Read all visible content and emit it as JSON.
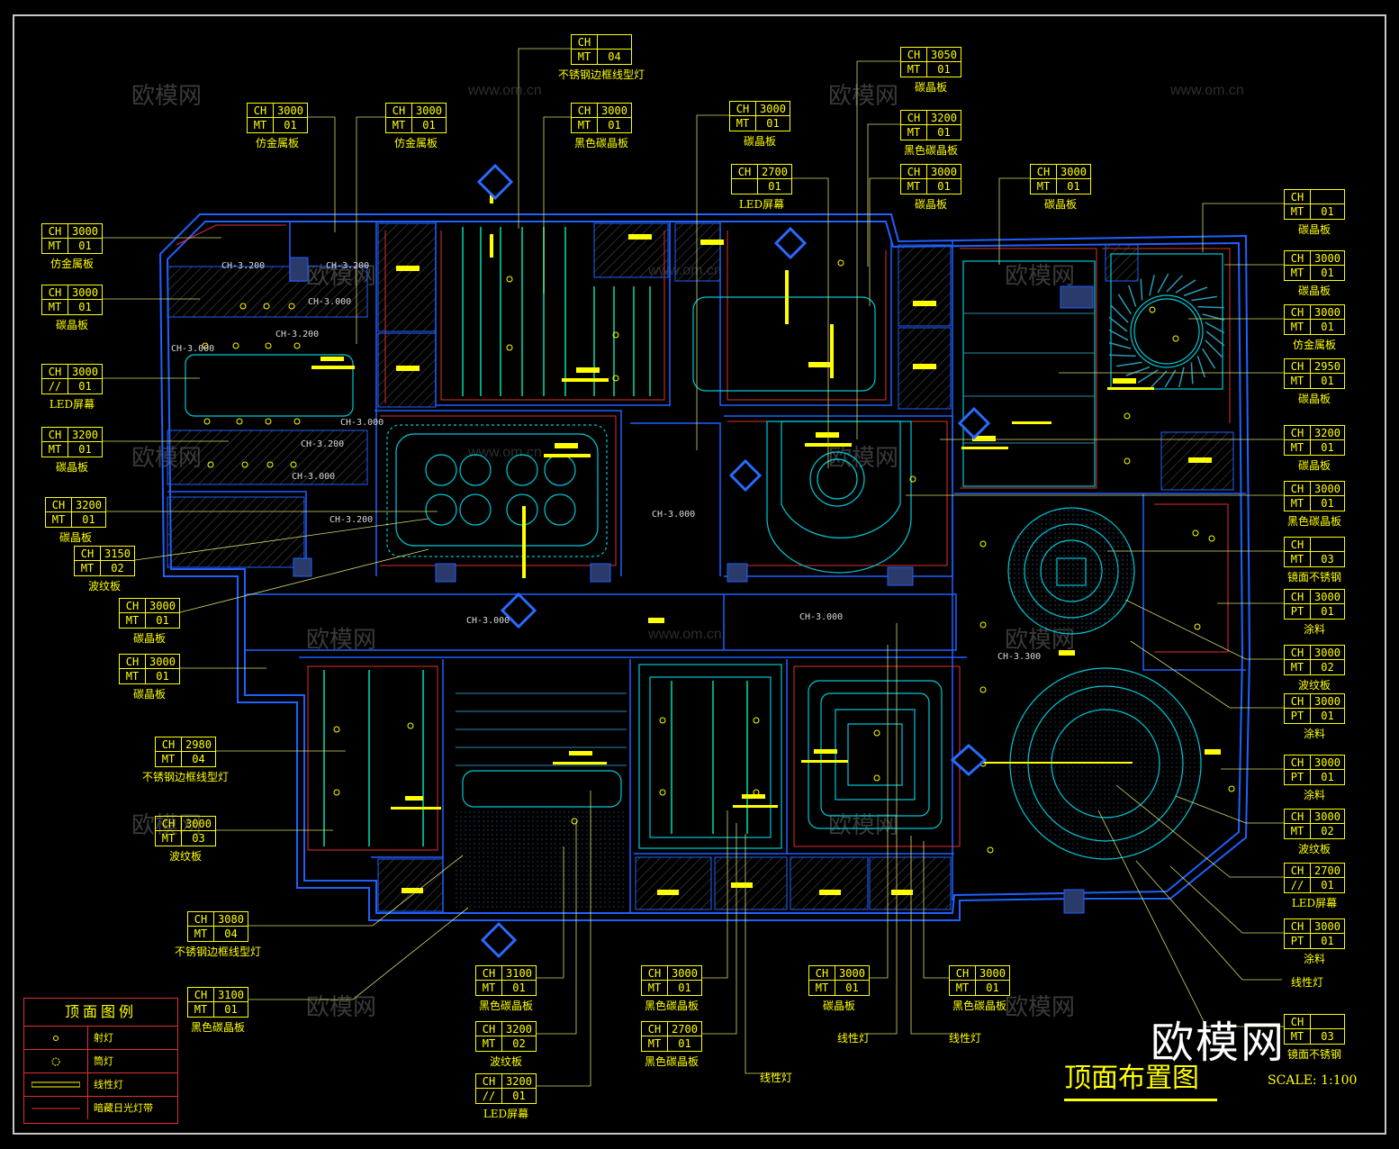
{
  "drawing": {
    "title": "顶面布置图",
    "scale": "SCALE: 1:100",
    "brand": "欧模网",
    "watermark_cn": "欧模网",
    "watermark_url": "www.om.cn"
  },
  "legend": {
    "title": "顶面图例",
    "items": [
      {
        "label": "射灯"
      },
      {
        "label": "筒灯"
      },
      {
        "label": "线性灯"
      },
      {
        "label": "暗藏日光灯带"
      }
    ]
  },
  "rooms": {
    "r1": "CH-3.200",
    "r2": "CH-3.200",
    "r3": "CH-3.000",
    "r4": "CH-3.200",
    "r5": "CH-3.000",
    "r6": "CH-3.000",
    "r7": "CH-3.200",
    "r8": "CH-3.000",
    "r9": "CH-3.200",
    "r10": "CH-3.000",
    "r11": "CH-3.000",
    "r12": "CH-3.000",
    "r13": "CH-3.300"
  },
  "tags": [
    {
      "ch": "3000",
      "mt_k": "MT",
      "mt": "01",
      "desc": "仿金属板"
    },
    {
      "ch": "3000",
      "mt_k": "MT",
      "mt": "01",
      "desc": "仿金属板"
    },
    {
      "ch": "",
      "mt_k": "MT",
      "mt": "04",
      "desc": "不锈钢边框线型灯"
    },
    {
      "ch": "3000",
      "mt_k": "MT",
      "mt": "01",
      "desc": "黑色碳晶板"
    },
    {
      "ch": "3000",
      "mt_k": "MT",
      "mt": "01",
      "desc": "碳晶板"
    },
    {
      "ch": "3050",
      "mt_k": "MT",
      "mt": "01",
      "desc": "碳晶板"
    },
    {
      "ch": "3200",
      "mt_k": "MT",
      "mt": "01",
      "desc": "黑色碳晶板"
    },
    {
      "ch": "2700",
      "mt_k": "",
      "mt": "01",
      "desc": "LED屏幕"
    },
    {
      "ch": "3000",
      "mt_k": "MT",
      "mt": "01",
      "desc": "碳晶板"
    },
    {
      "ch": "3000",
      "mt_k": "MT",
      "mt": "01",
      "desc": "碳晶板"
    },
    {
      "ch": "3000",
      "mt_k": "MT",
      "mt": "01",
      "desc": "仿金属板"
    },
    {
      "ch": "3000",
      "mt_k": "MT",
      "mt": "01",
      "desc": "碳晶板"
    },
    {
      "ch": "3000",
      "mt_k": "//",
      "mt": "01",
      "desc": "LED屏幕"
    },
    {
      "ch": "3200",
      "mt_k": "MT",
      "mt": "01",
      "desc": "碳晶板"
    },
    {
      "ch": "3200",
      "mt_k": "MT",
      "mt": "01",
      "desc": "碳晶板"
    },
    {
      "ch": "3150",
      "mt_k": "MT",
      "mt": "02",
      "desc": "波纹板"
    },
    {
      "ch": "3000",
      "mt_k": "MT",
      "mt": "01",
      "desc": "碳晶板"
    },
    {
      "ch": "3000",
      "mt_k": "MT",
      "mt": "01",
      "desc": "碳晶板"
    },
    {
      "ch": "2980",
      "mt_k": "MT",
      "mt": "04",
      "desc": "不锈钢边框线型灯"
    },
    {
      "ch": "3000",
      "mt_k": "MT",
      "mt": "03",
      "desc": "波纹板"
    },
    {
      "ch": "3080",
      "mt_k": "MT",
      "mt": "04",
      "desc": "不锈钢边框线型灯"
    },
    {
      "ch": "3100",
      "mt_k": "MT",
      "mt": "01",
      "desc": "黑色碳晶板"
    },
    {
      "ch": "",
      "mt_k": "MT",
      "mt": "01",
      "desc": "碳晶板"
    },
    {
      "ch": "3000",
      "mt_k": "MT",
      "mt": "01",
      "desc": "碳晶板"
    },
    {
      "ch": "3000",
      "mt_k": "MT",
      "mt": "01",
      "desc": "仿金属板"
    },
    {
      "ch": "2950",
      "mt_k": "MT",
      "mt": "01",
      "desc": "碳晶板"
    },
    {
      "ch": "3200",
      "mt_k": "MT",
      "mt": "01",
      "desc": "碳晶板"
    },
    {
      "ch": "3000",
      "mt_k": "MT",
      "mt": "01",
      "desc": "黑色碳晶板"
    },
    {
      "ch": "",
      "mt_k": "MT",
      "mt": "03",
      "desc": "镜面不锈钢"
    },
    {
      "ch": "3000",
      "mt_k": "PT",
      "mt": "01",
      "desc": "涂料"
    },
    {
      "ch": "3000",
      "mt_k": "MT",
      "mt": "02",
      "desc": "波纹板"
    },
    {
      "ch": "3000",
      "mt_k": "PT",
      "mt": "01",
      "desc": "涂料"
    },
    {
      "ch": "3000",
      "mt_k": "PT",
      "mt": "01",
      "desc": "涂料"
    },
    {
      "ch": "3000",
      "mt_k": "MT",
      "mt": "02",
      "desc": "波纹板"
    },
    {
      "ch": "2700",
      "mt_k": "//",
      "mt": "01",
      "desc": "LED屏幕"
    },
    {
      "ch": "3000",
      "mt_k": "PT",
      "mt": "01",
      "desc": "涂料"
    },
    {
      "ch": "3100",
      "mt_k": "MT",
      "mt": "01",
      "desc": "黑色碳晶板"
    },
    {
      "ch": "3200",
      "mt_k": "MT",
      "mt": "02",
      "desc": "波纹板"
    },
    {
      "ch": "3200",
      "mt_k": "//",
      "mt": "01",
      "desc": "LED屏幕"
    },
    {
      "ch": "3000",
      "mt_k": "MT",
      "mt": "01",
      "desc": "黑色碳晶板"
    },
    {
      "ch": "2700",
      "mt_k": "MT",
      "mt": "01",
      "desc": "黑色碳晶板"
    },
    {
      "ch": "3000",
      "mt_k": "MT",
      "mt": "01",
      "desc": "碳晶板"
    },
    {
      "ch": "3000",
      "mt_k": "MT",
      "mt": "01",
      "desc": "黑色碳晶板"
    },
    {
      "ch": "",
      "mt_k": "MT",
      "mt": "03",
      "desc": "镜面不锈钢"
    }
  ],
  "notes": {
    "n1": "线性灯",
    "n2": "线性灯",
    "n3": "线性灯",
    "n4": "线性灯"
  },
  "colors": {
    "wall": "#2060ff",
    "accent": "#ffff00",
    "cyan": "#00c8d8",
    "red": "#e03030"
  }
}
